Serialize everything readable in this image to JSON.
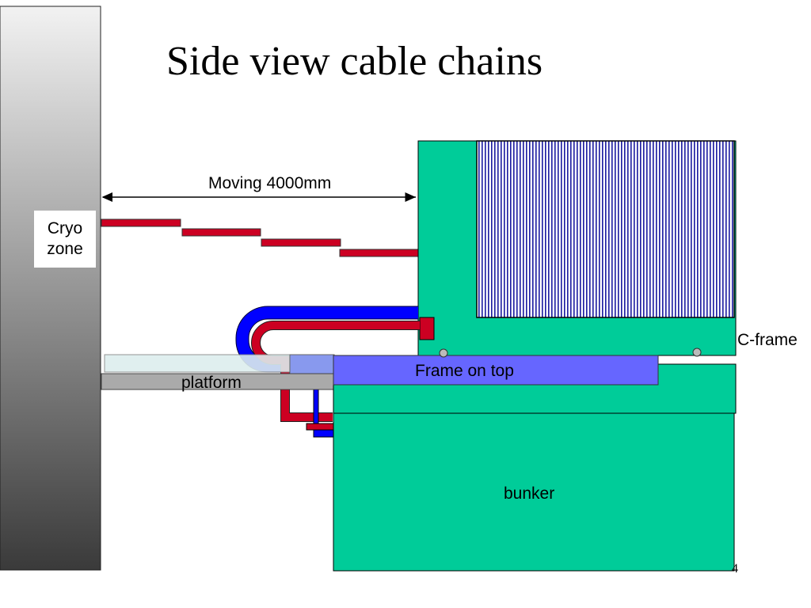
{
  "slide": {
    "title": "Side view cable chains",
    "page_number": "4"
  },
  "labels": {
    "cryo_line1": "Cryo",
    "cryo_line2": "zone",
    "moving": "Moving 4000mm",
    "c_frame": "C-frame",
    "frame_on_top": "Frame on top",
    "platform": "platform",
    "bunker": "bunker"
  },
  "colors": {
    "green": "#00cc99",
    "blue_chain": "#0000ff",
    "red_chain": "#cc0022",
    "frame_on_top": "#6666ff",
    "platform": "#aaaaaa",
    "platform_top": "#ddeeee",
    "stripes": "#1a1aa0"
  }
}
